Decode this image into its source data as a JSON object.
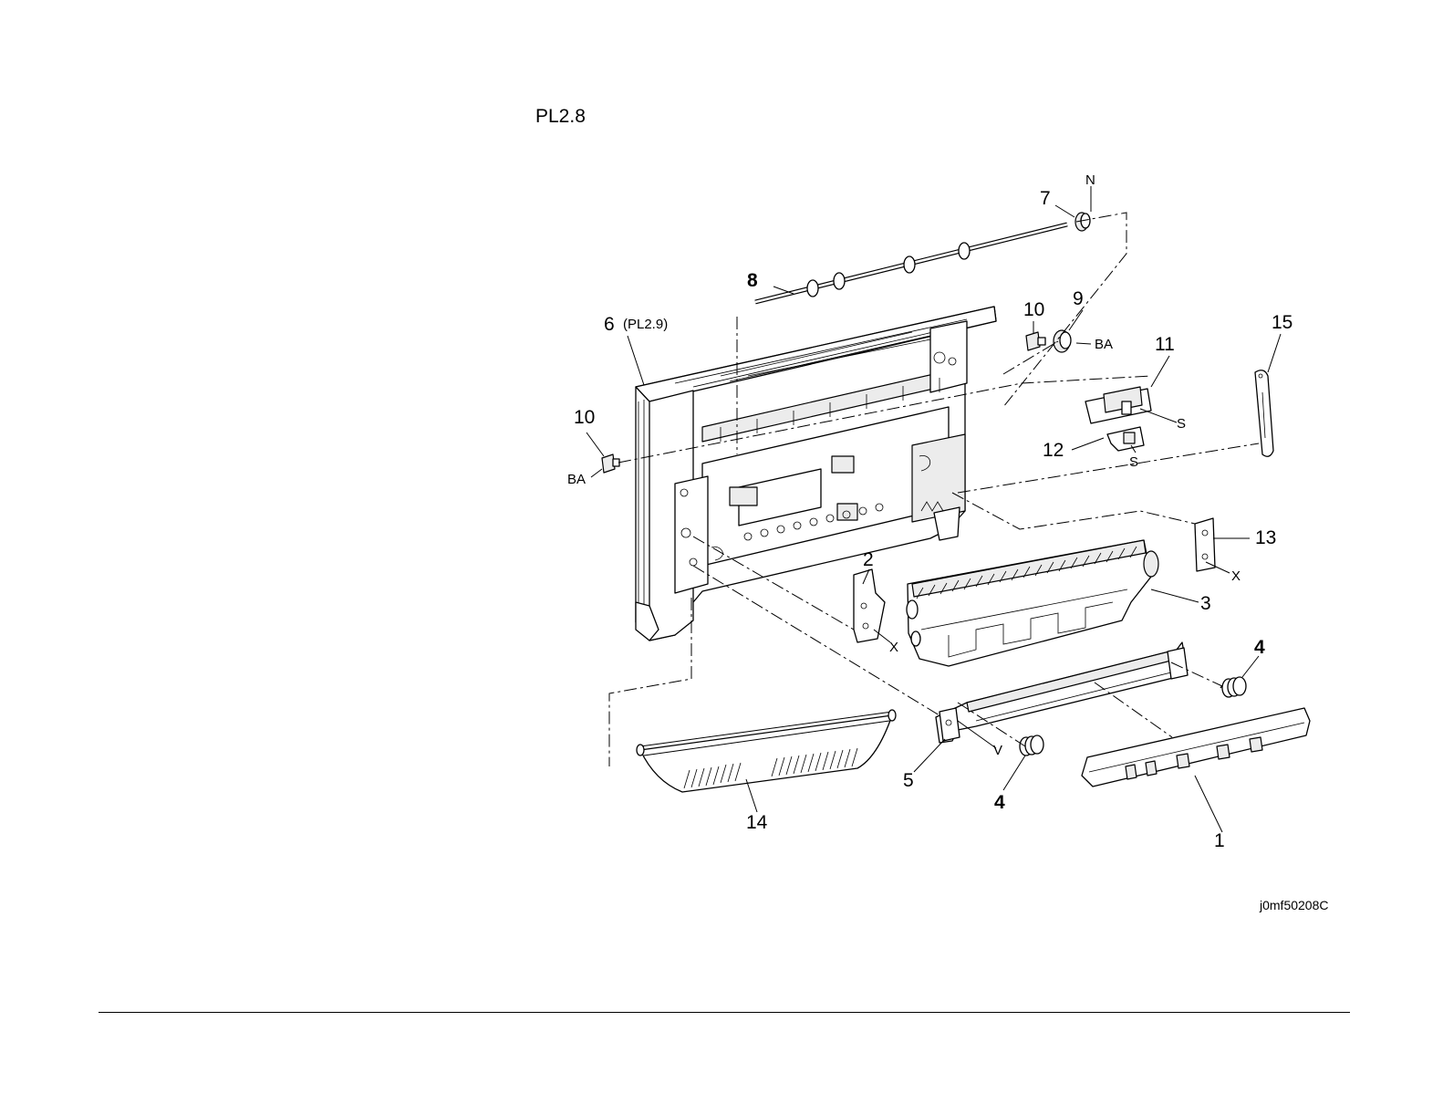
{
  "header": {
    "plate_id": "PL2.8"
  },
  "drawing_code": "j0mf50208C",
  "callouts": {
    "c1": "1",
    "c2": "2",
    "c3": "3",
    "c4a": "4",
    "c4b": "4",
    "c5": "5",
    "c6": "6",
    "c6ref": "(PL2.9)",
    "c7": "7",
    "c8": "8",
    "c9": "9",
    "c10a": "10",
    "c10b": "10",
    "c11": "11",
    "c12": "12",
    "c13": "13",
    "c14": "14",
    "c15": "15"
  },
  "letter_marks": {
    "n": "N",
    "ba1": "BA",
    "ba2": "BA",
    "s1": "S",
    "s2": "S",
    "x1": "X",
    "x2": "X",
    "v": "V"
  }
}
